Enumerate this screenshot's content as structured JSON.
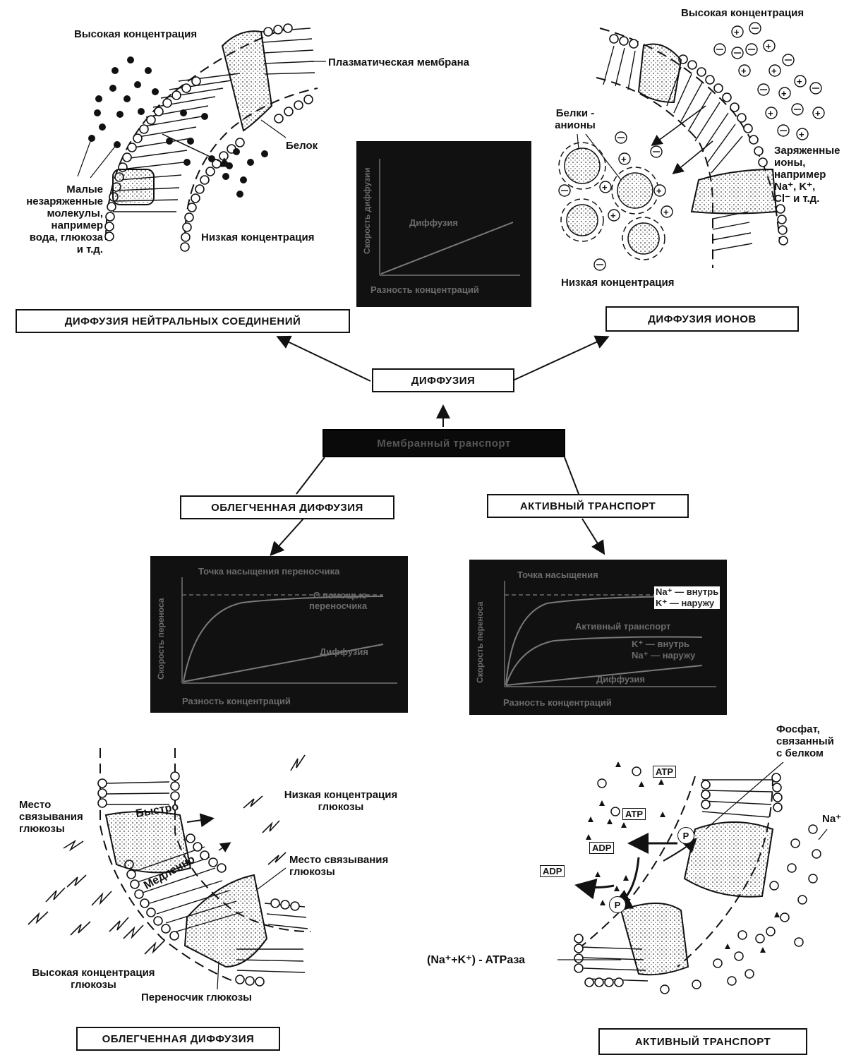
{
  "top_left": {
    "high": "Высокая концентрация",
    "membrane": "Плазматическая мембрана",
    "protein": "Белок",
    "small_molecules": [
      "Малые",
      "незаряженные",
      "молекулы,",
      "например",
      "вода, глюкоза",
      "и т.д."
    ],
    "low": "Низкая концентрация"
  },
  "top_right": {
    "high": "Высокая концентрация",
    "protein_anions": [
      "Белки -",
      "анионы"
    ],
    "charged_ions": [
      "Заряженные",
      "ионы,",
      "например",
      "Na⁺, K⁺,",
      "Cl⁻ и т.д."
    ],
    "low": "Низкая концентрация"
  },
  "chart_center": {
    "ylabel": "Скорость диффузии",
    "xlabel": "Разность концентраций",
    "series_label": "Диффузия"
  },
  "chart_left": {
    "title": "Точка насыщения переносчика",
    "carrier": [
      "С помощью",
      "переносчика"
    ],
    "diffusion": "Диффузия",
    "ylabel": "Скорость переноса",
    "xlabel": "Разность концентраций"
  },
  "chart_right": {
    "title": "Точка насыщения",
    "in_out": [
      "Na⁺ — внутрь",
      "K⁺ — наружу"
    ],
    "active": "Активный транспорт",
    "k_in": [
      "K⁺ — внутрь",
      "Na⁺ — наружу"
    ],
    "diffusion": "Диффузия",
    "ylabel": "Скорость переноса",
    "xlabel": "Разность концентраций"
  },
  "boxes": {
    "neutral": "ДИФФУЗИЯ НЕЙТРАЛЬНЫХ СОЕДИНЕНИЙ",
    "ions": "ДИФФУЗИЯ ИОНОВ",
    "diffusion": "ДИФФУЗИЯ",
    "membrane_transport": "Мембранный транспорт",
    "facilitated": "ОБЛЕГЧЕННАЯ ДИФФУЗИЯ",
    "active": "АКТИВНЫЙ ТРАНСПОРТ",
    "facilitated_bottom": "ОБЛЕГЧЕННАЯ ДИФФУЗИЯ",
    "active_bottom": "АКТИВНЫЙ ТРАНСПОРТ"
  },
  "bottom_left": {
    "binding_site_left": [
      "Место",
      "связывания",
      "глюкозы"
    ],
    "fast": "Быстро",
    "slow": "Медленно",
    "low_glucose": [
      "Низкая концентрация",
      "глюкозы"
    ],
    "binding_site_right": [
      "Место связывания",
      "глюкозы"
    ],
    "high_glucose": [
      "Высокая концентрация",
      "глюкозы"
    ],
    "carrier": "Переносчик глюкозы"
  },
  "bottom_right": {
    "phosphate": [
      "Фосфат,",
      "связанный",
      "с белком"
    ],
    "atp1": "ATP",
    "atp2": "ATP",
    "adp1": "ADP",
    "adp2": "ADP",
    "p1": "P",
    "p2": "P",
    "na": "Na⁺",
    "atpase": "(Na⁺+K⁺) - ATPаза"
  }
}
